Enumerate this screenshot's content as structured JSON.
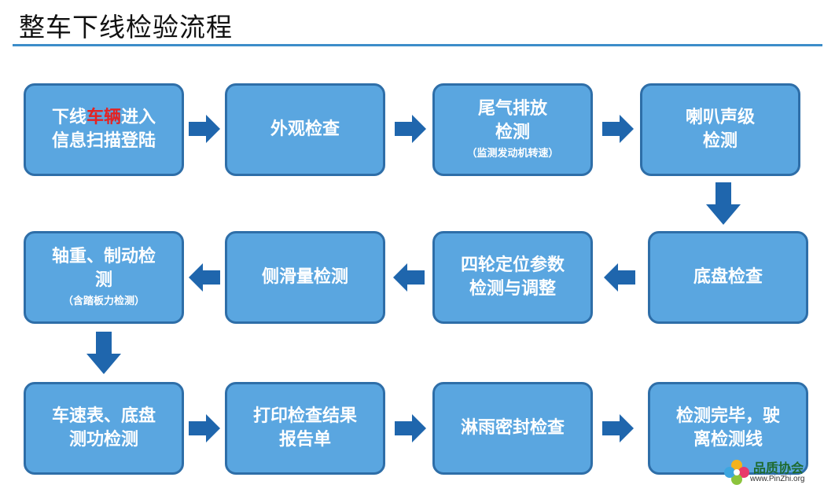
{
  "title": "整车下线检验流程",
  "boxes": {
    "b1": {
      "pre": "下线",
      "red": "车辆",
      "post": "进入",
      "line2": "信息扫描登陆"
    },
    "b2": {
      "line1": "外观检查"
    },
    "b3": {
      "line1": "尾气排放",
      "line2": "检测",
      "note": "（监测发动机转速）"
    },
    "b4": {
      "line1": "喇叭声级",
      "line2": "检测"
    },
    "b5": {
      "line1": "底盘检查"
    },
    "b6": {
      "line1": "四轮定位参数",
      "line2": "检测与调整"
    },
    "b7": {
      "line1": "侧滑量检测"
    },
    "b8": {
      "line1": "轴重、制动检",
      "line2": "测",
      "note": "（含踏板力检测）"
    },
    "b9": {
      "line1": "车速表、底盘",
      "line2": "测功检测"
    },
    "b10": {
      "line1": "打印检查结果",
      "line2": "报告单"
    },
    "b11": {
      "line1": "淋雨密封检查"
    },
    "b12": {
      "line1": "检测完毕，驶",
      "line2": "离检测线"
    }
  },
  "logo": {
    "name": "品质协会",
    "url": "www.PinZhi.org"
  },
  "colors": {
    "box_fill": "#5aa6e0",
    "box_border": "#2e6ea8",
    "arrow": "#1f66ad",
    "highlight": "#e52222"
  }
}
